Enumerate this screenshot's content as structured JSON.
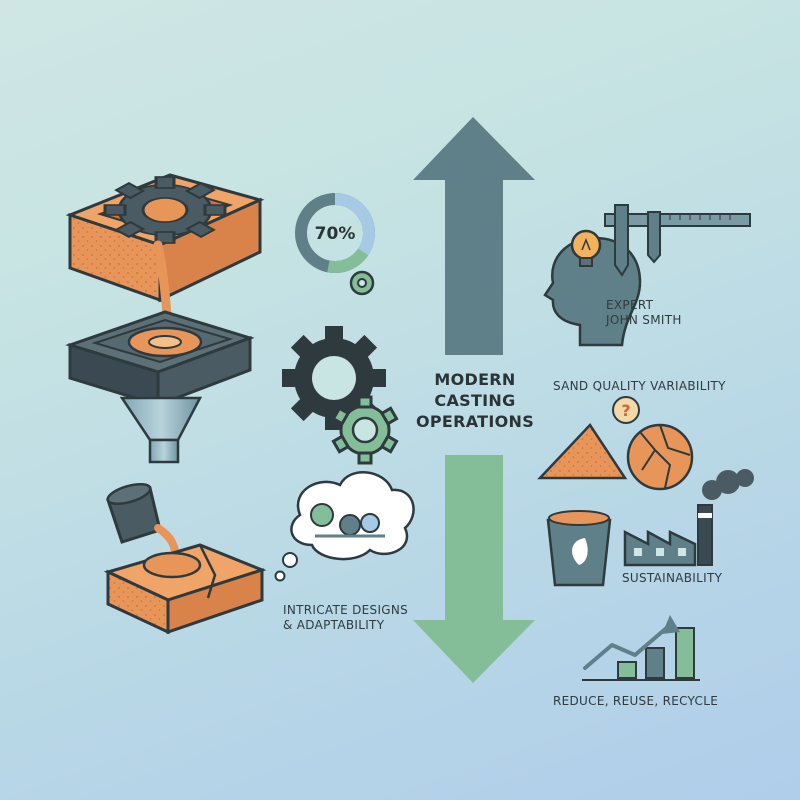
{
  "center": {
    "title_line1": "MODERN",
    "title_line2": "CASTING",
    "title_line3": "OPERATIONS"
  },
  "progress": {
    "label": "70%",
    "value": 0.7
  },
  "expert": {
    "line1": "EXPERT",
    "line2": "JOHN SMITH"
  },
  "sand_quality": {
    "label": "SAND QUALITY VARIABILITY"
  },
  "sustainability": {
    "label": "SUSTAINABILITY"
  },
  "recycling": {
    "label": "REDUCE, REUSE, RECYCLE"
  },
  "designs": {
    "line1": "INTRICATE DESIGNS",
    "line2": "& ADAPTABILITY"
  },
  "colors": {
    "orange": "#e8955a",
    "dark": "#3b4a52",
    "teal": "#5f8089",
    "green": "#84be98",
    "light_blue": "#7fb3d8"
  },
  "icons": [
    "gear-icon",
    "lightbulb-icon",
    "caliper-icon",
    "head-icon",
    "question-icon",
    "sand-pile-icon",
    "cracked-ball-icon",
    "factory-icon",
    "recycle-bin-icon",
    "bar-chart-icon",
    "thought-bubble-icon"
  ]
}
